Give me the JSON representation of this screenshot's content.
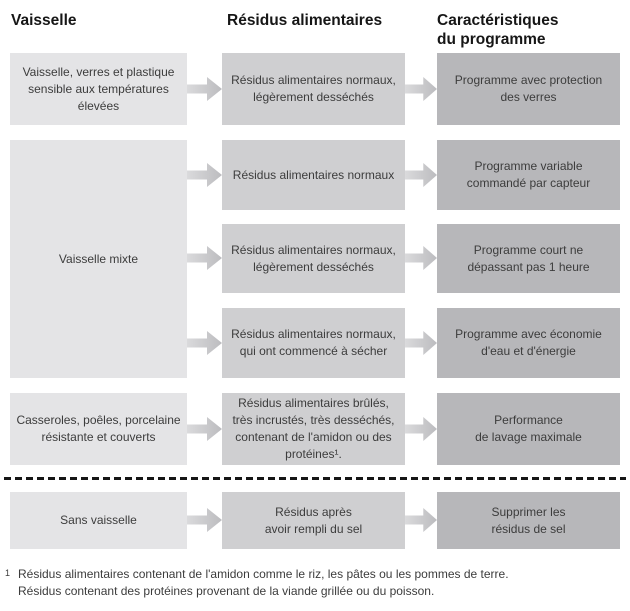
{
  "colors": {
    "dish_box": "#e4e4e6",
    "residue_box": "#cfcfd1",
    "program_box": "#b7b7ba",
    "arrow_start": "#dadadc",
    "arrow_end": "#bcbcbf",
    "text": "#3c3c3c",
    "heading": "#161616"
  },
  "headers": {
    "dishware": "Vaisselle",
    "residues": "Résidus alimentaires",
    "program": "Caractéristiques\ndu programme"
  },
  "rows": {
    "glassware": {
      "dish": "Vaisselle, verres et plastique\nsensible aux températures\nélevées",
      "residue": "Résidus alimentaires normaux,\nlégèrement desséchés",
      "program": "Programme avec protection\ndes verres"
    },
    "mixed": {
      "dish": "Vaisselle mixte",
      "variants": [
        {
          "residue": "Résidus alimentaires normaux",
          "program": "Programme variable\ncommandé par capteur"
        },
        {
          "residue": "Résidus alimentaires normaux,\nlégèrement desséchés",
          "program": "Programme court ne\ndépassant pas 1 heure"
        },
        {
          "residue": "Résidus alimentaires normaux,\nqui ont commencé à sécher",
          "program": "Programme avec économie\nd'eau et d'énergie"
        }
      ]
    },
    "pots": {
      "dish": "Casseroles, poêles, porcelaine\nrésistante et couverts",
      "residue": "Résidus alimentaires brûlés,\ntrès incrustés, très desséchés,\ncontenant de l'amidon ou des\nprotéines¹.",
      "program": "Performance\nde lavage maximale"
    },
    "no_dishes": {
      "dish": "Sans vaisselle",
      "residue": "Résidus après\navoir rempli du sel",
      "program": "Supprimer les\nrésidus de sel"
    }
  },
  "footnote": {
    "marker": "1",
    "line1": "Résidus alimentaires contenant de l'amidon comme le riz, les pâtes ou les pommes de terre.",
    "line2": "Résidus contenant des protéines provenant de la viande grillée ou du poisson."
  }
}
